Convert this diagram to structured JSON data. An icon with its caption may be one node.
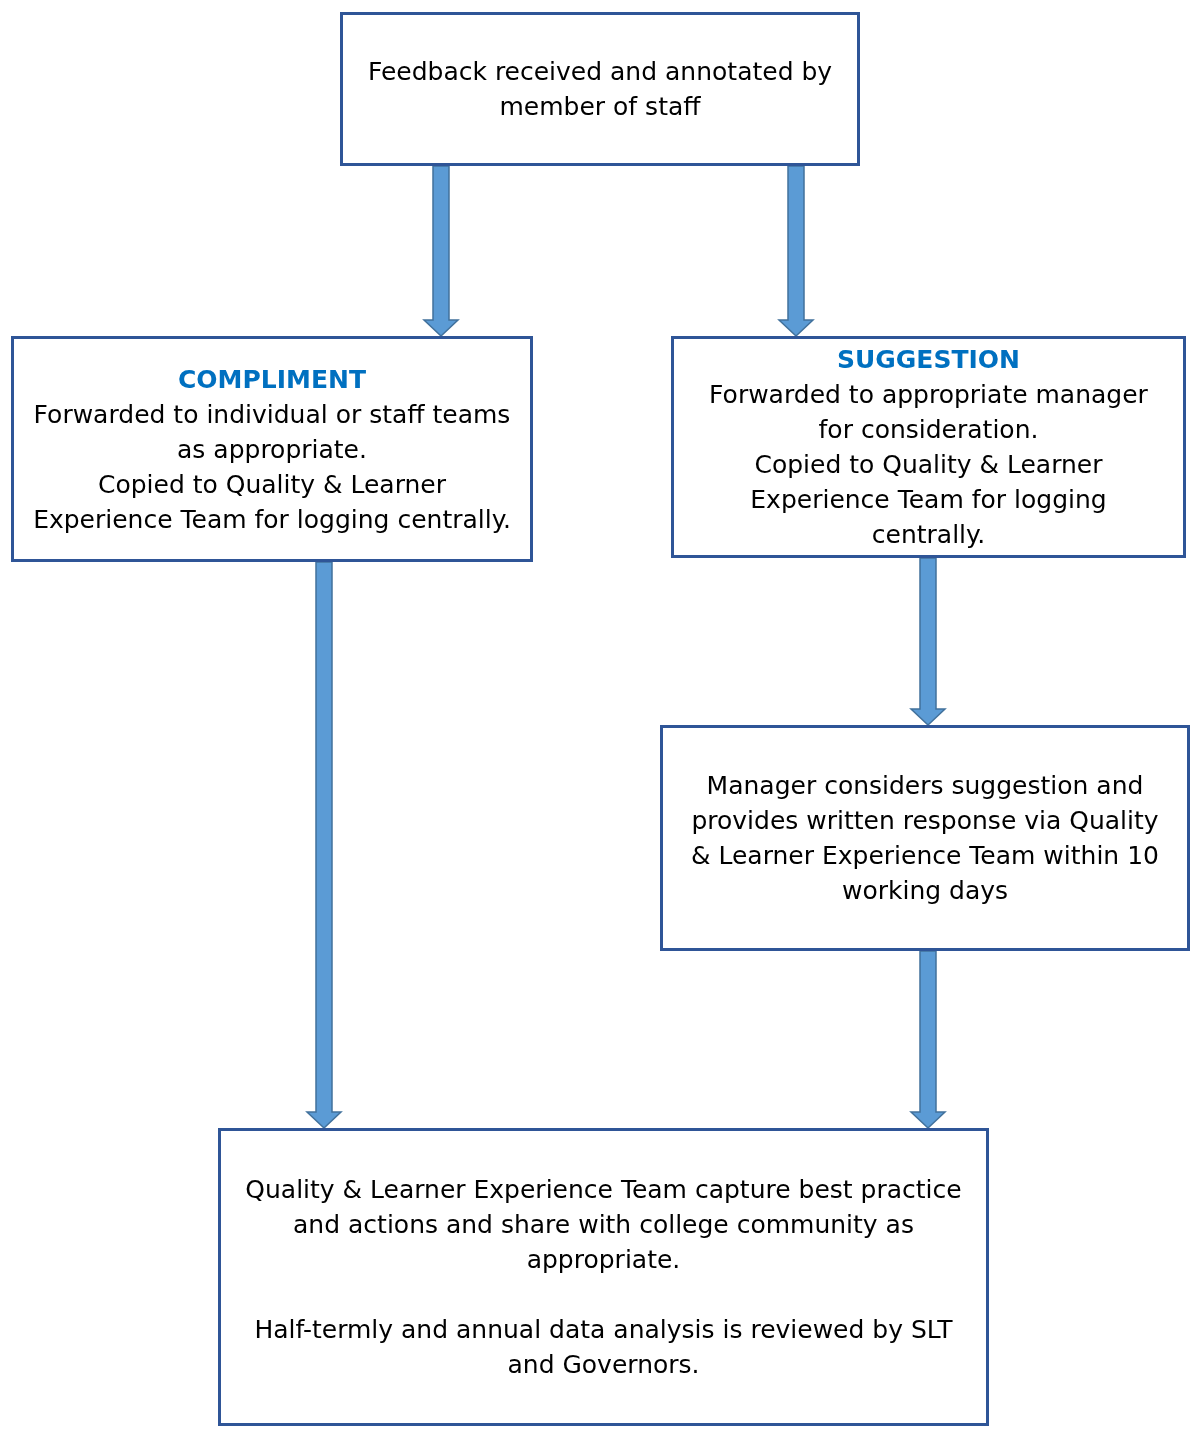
{
  "diagram": {
    "nodes": [
      {
        "text": [
          "Feedback received and annotated by member of staff"
        ]
      },
      {
        "text": [
          "COMPLIMENT",
          "Forwarded to individual or staff teams as appropriate.",
          "Copied to Quality & Learner Experience Team for logging centrally."
        ]
      },
      {
        "text": [
          "SUGGESTION",
          "Forwarded to appropriate manager for consideration.",
          "Copied to Quality & Learner Experience Team for logging centrally."
        ]
      },
      {
        "text": [
          "Manager considers suggestion and provides written response via Quality & Learner Experience Team within 10 working days"
        ]
      },
      {
        "text": [
          "Quality & Learner Experience Team capture best practice and actions and share with college community as appropriate.",
          "Half-termly and annual data analysis is reviewed by SLT and Governors."
        ]
      }
    ],
    "edges": [
      {
        "from": 0,
        "to": 1,
        "arrow": "to"
      },
      {
        "from": 0,
        "to": 2,
        "arrow": "to"
      },
      {
        "from": 1,
        "to": 4,
        "arrow": "to"
      },
      {
        "from": 2,
        "to": 3,
        "arrow": "to"
      },
      {
        "from": 3,
        "to": 4,
        "arrow": "to"
      }
    ]
  }
}
